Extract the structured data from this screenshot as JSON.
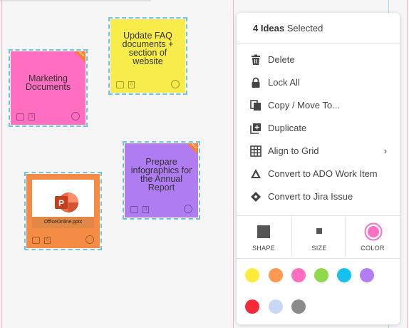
{
  "notes": [
    {
      "id": "faq",
      "text": "Update FAQ documents + section of website",
      "color": "#f7ec4a",
      "badge": "",
      "comment_count": "0"
    },
    {
      "id": "marketing",
      "text": "Marketing Documents",
      "color": "#ff6ec1",
      "badge": "NEW",
      "comment_count": "0"
    },
    {
      "id": "infographics",
      "text": "Prepare infographics for the Annual Report",
      "color": "#b07cf2",
      "badge": "NEW",
      "comment_count": "0"
    },
    {
      "id": "office",
      "file_name": "OfficeOnline.pptx",
      "color": "#f48c45",
      "comment_count": "0"
    }
  ],
  "menu": {
    "header_count": "4 Ideas",
    "header_suffix": "Selected",
    "items": [
      {
        "label": "Delete",
        "icon": "trash-icon"
      },
      {
        "label": "Lock All",
        "icon": "lock-icon"
      },
      {
        "label": "Copy / Move To...",
        "icon": "copy-icon"
      },
      {
        "label": "Duplicate",
        "icon": "duplicate-icon"
      },
      {
        "label": "Align to Grid",
        "icon": "grid-icon",
        "submenu": true
      },
      {
        "label": "Convert to ADO Work Item",
        "icon": "ado-icon"
      },
      {
        "label": "Convert to Jira Issue",
        "icon": "jira-icon"
      }
    ],
    "tools": [
      {
        "label": "SHAPE",
        "icon": "square-icon"
      },
      {
        "label": "SIZE",
        "icon": "small-square-icon"
      },
      {
        "label": "COLOR",
        "icon": "color-circle-icon",
        "value": "#ff6ec1"
      }
    ],
    "swatches": [
      "#ffeb3b",
      "#ff9952",
      "#ff6ec1",
      "#8fd94b",
      "#16c1f0",
      "#b37ef5",
      "#f32b38",
      "#c7d9f2",
      "#8b8b8b"
    ]
  }
}
